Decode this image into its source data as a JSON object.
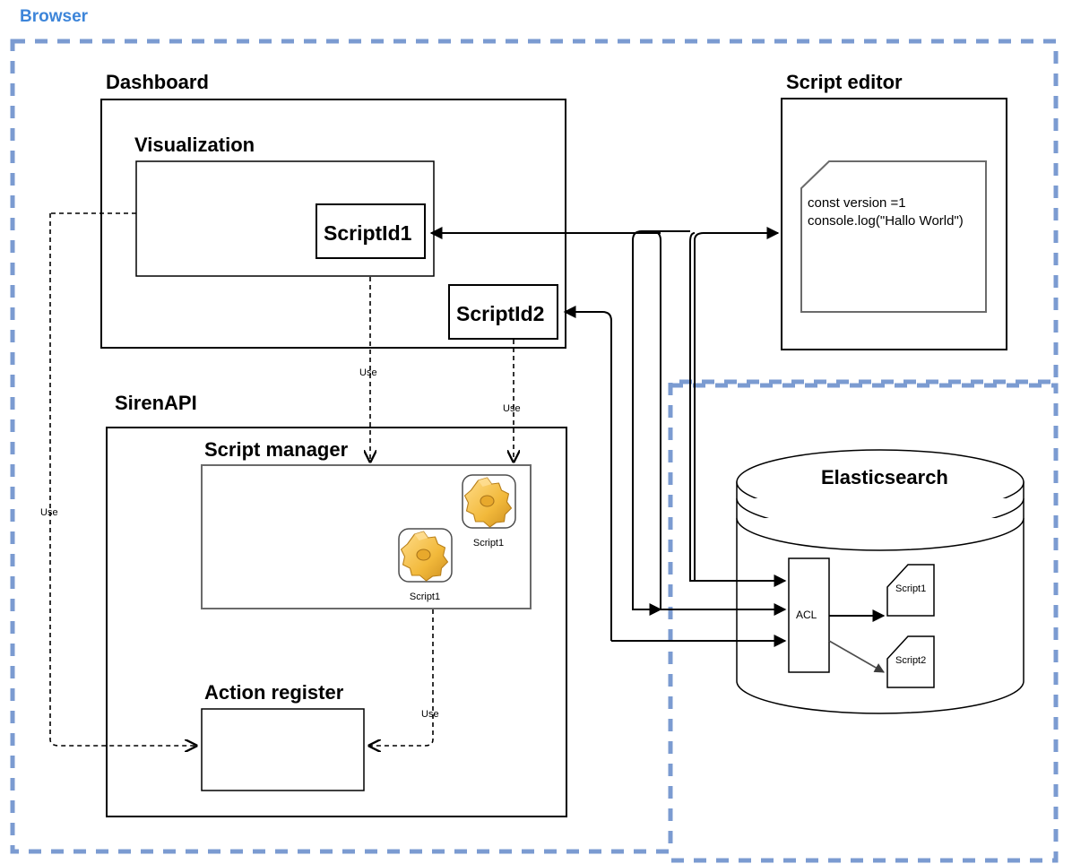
{
  "diagram": {
    "title_color": "#3D85D9",
    "dashed_border_color": "#7B9BD1"
  },
  "containers": {
    "browser": {
      "label": "Browser"
    }
  },
  "groups": {
    "dashboard": {
      "label": "Dashboard"
    },
    "visualization": {
      "label": "Visualization"
    },
    "script_editor": {
      "label": "Script editor"
    },
    "sirenapi": {
      "label": "SirenAPI"
    },
    "script_manager": {
      "label": "Script manager"
    },
    "action_register": {
      "label": "Action register"
    },
    "elasticsearch": {
      "label": "Elasticsearch"
    }
  },
  "nodes": {
    "script_id_1": {
      "label": "ScriptId1"
    },
    "script_id_2": {
      "label": "ScriptId2"
    },
    "acl": {
      "label": "ACL"
    },
    "es_script_1": {
      "label": "Script1"
    },
    "es_script_2": {
      "label": "Script2"
    },
    "gear_1": {
      "label": "Script1"
    },
    "gear_2": {
      "label": "Script1"
    }
  },
  "code_block": {
    "line_1": "const version =1",
    "line_2": "console.log(\"Hallo World\")"
  },
  "edge_labels": {
    "use_viz_to_manager": "Use",
    "use_scriptid2_to_manager": "Use",
    "use_manager_to_action": "Use",
    "use_left_to_action": "Use"
  }
}
